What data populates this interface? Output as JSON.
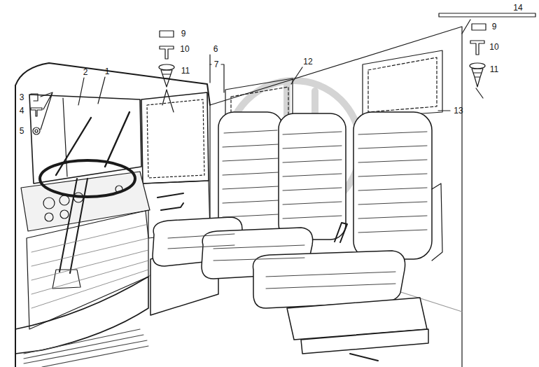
{
  "diagram": {
    "labels": [
      "9",
      "10",
      "11",
      "6",
      "7",
      "12",
      "14",
      "9",
      "10",
      "11",
      "3",
      "2",
      "1",
      "4",
      "5",
      "13"
    ]
  }
}
